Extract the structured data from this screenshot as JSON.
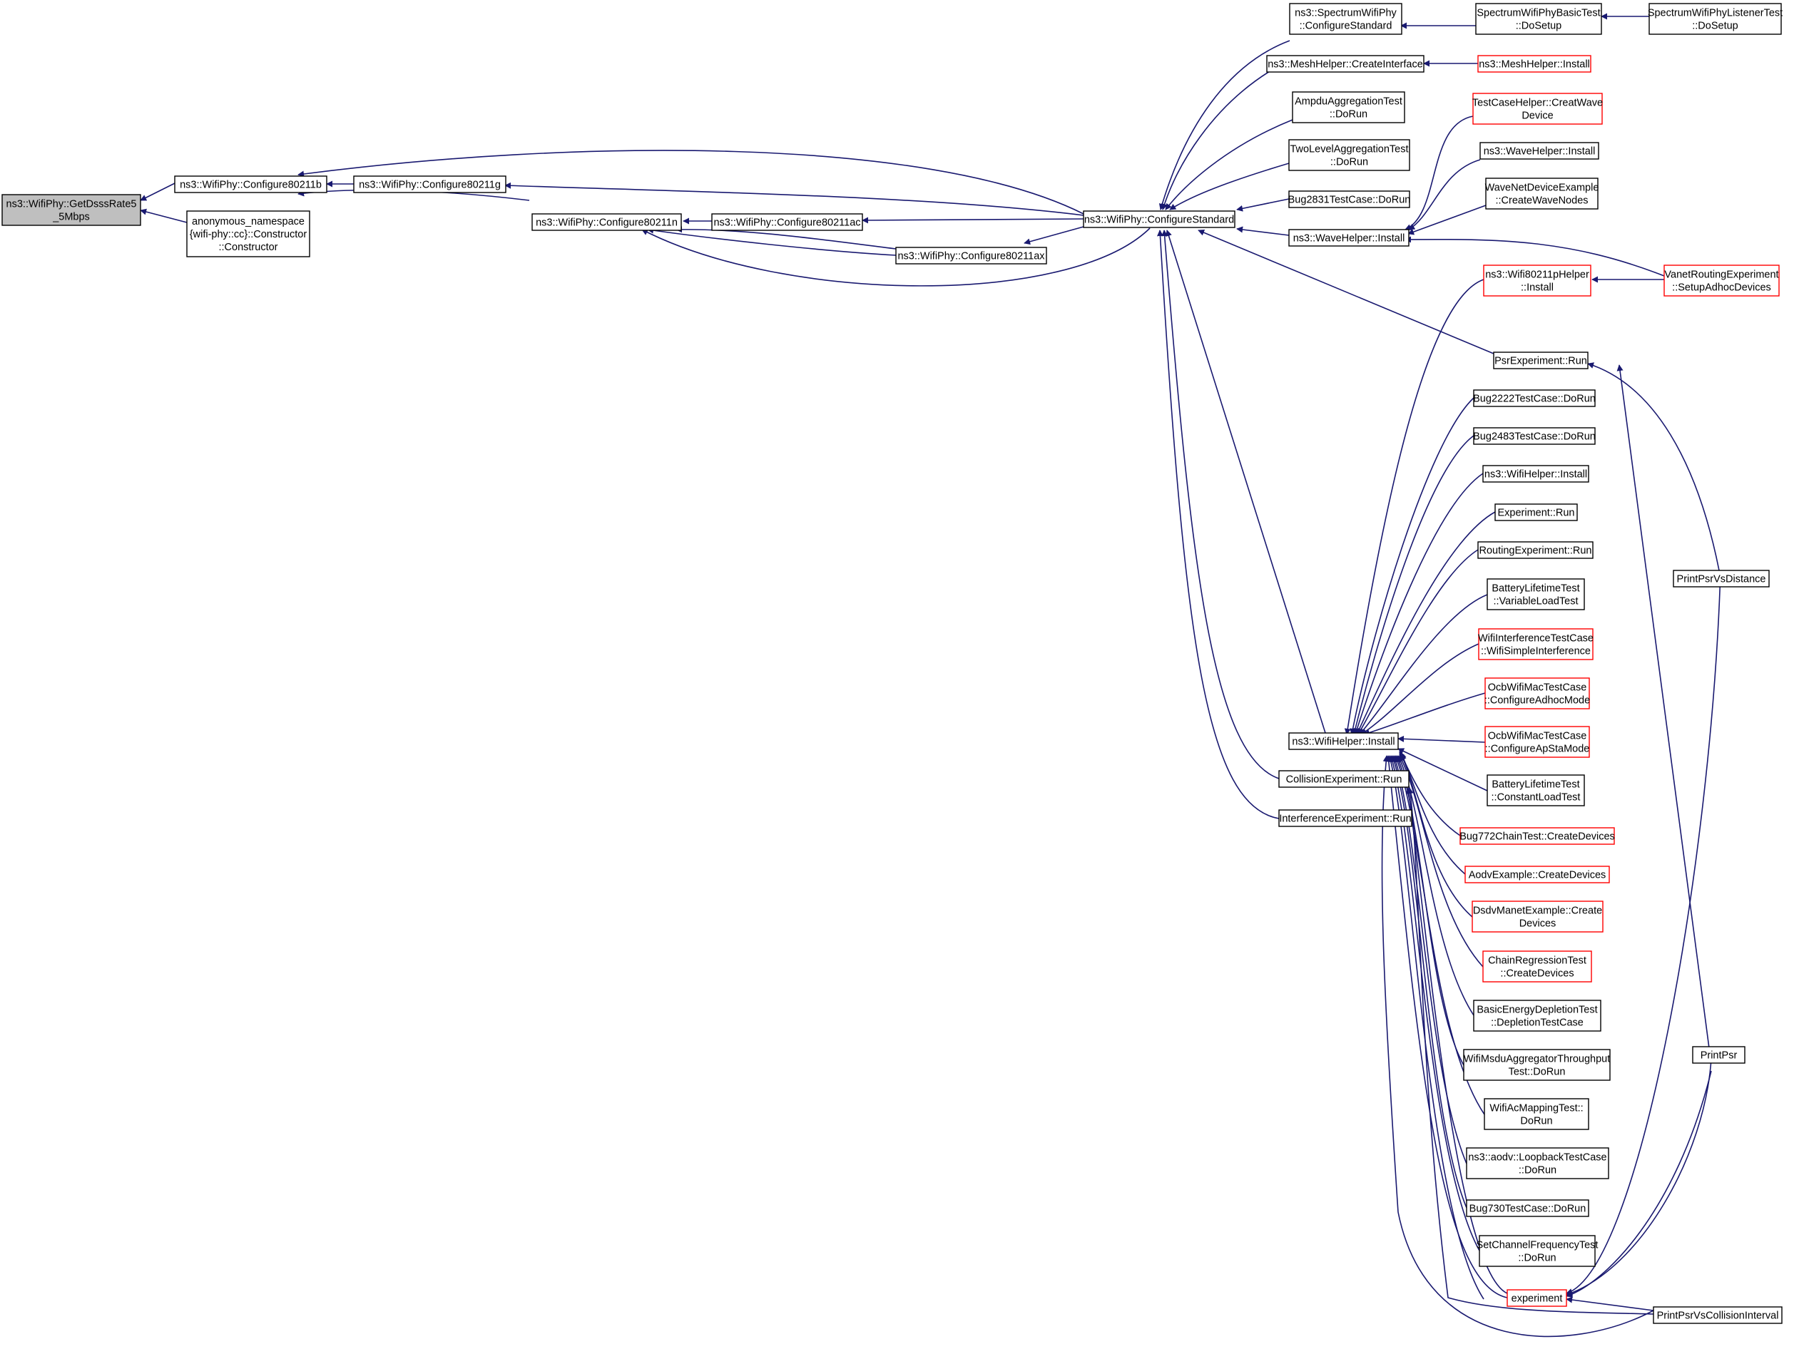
{
  "colors": {
    "edge": "#191970",
    "node_border_default": "#000000",
    "node_border_truncated": "#ff0000",
    "node_fill": "#ffffff",
    "node_fill_focus": "#bfbfbf"
  },
  "nodes": [
    {
      "id": "n0",
      "lines": [
        "ns3::WifiPhy::GetDsssRate5",
        "_5Mbps"
      ],
      "style": "focus"
    },
    {
      "id": "n1",
      "lines": [
        "ns3::WifiPhy::Configure80211b"
      ],
      "style": "normal"
    },
    {
      "id": "n2",
      "lines": [
        "anonymous_namespace",
        "{wifi-phy::cc}::Constructor",
        "::Constructor"
      ],
      "style": "normal"
    },
    {
      "id": "n3",
      "lines": [
        "ns3::WifiPhy::Configure80211g"
      ],
      "style": "normal"
    },
    {
      "id": "n4",
      "lines": [
        "ns3::WifiPhy::Configure80211n"
      ],
      "style": "normal"
    },
    {
      "id": "n5",
      "lines": [
        "ns3::WifiPhy::Configure80211ac"
      ],
      "style": "normal"
    },
    {
      "id": "n6",
      "lines": [
        "ns3::WifiPhy::Configure80211ax"
      ],
      "style": "normal"
    },
    {
      "id": "n7",
      "lines": [
        "ns3::WifiPhy::ConfigureStandard"
      ],
      "style": "normal"
    },
    {
      "id": "n8",
      "lines": [
        "ns3::SpectrumWifiPhy",
        "::ConfigureStandard"
      ],
      "style": "normal"
    },
    {
      "id": "n9",
      "lines": [
        "ns3::MeshHelper::CreateInterface"
      ],
      "style": "normal"
    },
    {
      "id": "n10",
      "lines": [
        "AmpduAggregationTest",
        "::DoRun"
      ],
      "style": "normal"
    },
    {
      "id": "n11",
      "lines": [
        "TwoLevelAggregationTest",
        "::DoRun"
      ],
      "style": "normal"
    },
    {
      "id": "n12",
      "lines": [
        "Bug2831TestCase::DoRun"
      ],
      "style": "normal"
    },
    {
      "id": "n13",
      "lines": [
        "ns3::WaveHelper::Install"
      ],
      "style": "normal"
    },
    {
      "id": "n14",
      "lines": [
        "PsrExperiment::Run"
      ],
      "style": "normal"
    },
    {
      "id": "n15",
      "lines": [
        "ns3::WifiHelper::Install"
      ],
      "style": "normal"
    },
    {
      "id": "n16",
      "lines": [
        "CollisionExperiment::Run"
      ],
      "style": "normal"
    },
    {
      "id": "n17",
      "lines": [
        "InterferenceExperiment::Run"
      ],
      "style": "normal"
    },
    {
      "id": "n18",
      "lines": [
        "SpectrumWifiPhyBasicTest",
        "::DoSetup"
      ],
      "style": "normal"
    },
    {
      "id": "n19",
      "lines": [
        "SpectrumWifiPhyListenerTest",
        "::DoSetup"
      ],
      "style": "normal"
    },
    {
      "id": "n20",
      "lines": [
        "ns3::MeshHelper::Install"
      ],
      "style": "truncated"
    },
    {
      "id": "n21",
      "lines": [
        "TestCaseHelper::CreatWave",
        "Device"
      ],
      "style": "truncated"
    },
    {
      "id": "n22",
      "lines": [
        "ns3::WaveHelper::Install"
      ],
      "style": "normal"
    },
    {
      "id": "n23",
      "lines": [
        "WaveNetDeviceExample",
        "::CreateWaveNodes"
      ],
      "style": "normal"
    },
    {
      "id": "n24",
      "lines": [
        "ns3::Wifi80211pHelper",
        "::Install"
      ],
      "style": "truncated"
    },
    {
      "id": "n25",
      "lines": [
        "VanetRoutingExperiment",
        "::SetupAdhocDevices"
      ],
      "style": "truncated"
    },
    {
      "id": "n26",
      "lines": [
        "Bug2222TestCase::DoRun"
      ],
      "style": "normal"
    },
    {
      "id": "n27",
      "lines": [
        "Bug2483TestCase::DoRun"
      ],
      "style": "normal"
    },
    {
      "id": "n28",
      "lines": [
        "ns3::WifiHelper::Install"
      ],
      "style": "normal"
    },
    {
      "id": "n29",
      "lines": [
        "Experiment::Run"
      ],
      "style": "normal"
    },
    {
      "id": "n30",
      "lines": [
        "RoutingExperiment::Run"
      ],
      "style": "normal"
    },
    {
      "id": "n31",
      "lines": [
        "BatteryLifetimeTest",
        "::VariableLoadTest"
      ],
      "style": "normal"
    },
    {
      "id": "n32",
      "lines": [
        "WifiInterferenceTestCase",
        "::WifiSimpleInterference"
      ],
      "style": "truncated"
    },
    {
      "id": "n33",
      "lines": [
        "OcbWifiMacTestCase",
        "::ConfigureAdhocMode"
      ],
      "style": "truncated"
    },
    {
      "id": "n34",
      "lines": [
        "OcbWifiMacTestCase",
        "::ConfigureApStaMode"
      ],
      "style": "truncated"
    },
    {
      "id": "n35",
      "lines": [
        "BatteryLifetimeTest",
        "::ConstantLoadTest"
      ],
      "style": "normal"
    },
    {
      "id": "n36",
      "lines": [
        "Bug772ChainTest::CreateDevices"
      ],
      "style": "truncated"
    },
    {
      "id": "n37",
      "lines": [
        "AodvExample::CreateDevices"
      ],
      "style": "truncated"
    },
    {
      "id": "n38",
      "lines": [
        "DsdvManetExample::Create",
        "Devices"
      ],
      "style": "truncated"
    },
    {
      "id": "n39",
      "lines": [
        "ChainRegressionTest",
        "::CreateDevices"
      ],
      "style": "truncated"
    },
    {
      "id": "n40",
      "lines": [
        "BasicEnergyDepletionTest",
        "::DepletionTestCase"
      ],
      "style": "normal"
    },
    {
      "id": "n41",
      "lines": [
        "WifiMsduAggregatorThroughput",
        "Test::DoRun"
      ],
      "style": "normal"
    },
    {
      "id": "n42",
      "lines": [
        "WifiAcMappingTest::",
        "DoRun"
      ],
      "style": "normal"
    },
    {
      "id": "n43",
      "lines": [
        "ns3::aodv::LoopbackTestCase",
        "::DoRun"
      ],
      "style": "normal"
    },
    {
      "id": "n44",
      "lines": [
        "Bug730TestCase::DoRun"
      ],
      "style": "normal"
    },
    {
      "id": "n45",
      "lines": [
        "SetChannelFrequencyTest",
        "::DoRun"
      ],
      "style": "normal"
    },
    {
      "id": "n46",
      "lines": [
        "experiment"
      ],
      "style": "truncated"
    },
    {
      "id": "n47",
      "lines": [
        "PrintPsrVsDistance"
      ],
      "style": "normal"
    },
    {
      "id": "n48",
      "lines": [
        "PrintPsr"
      ],
      "style": "normal"
    },
    {
      "id": "n49",
      "lines": [
        "PrintPsrVsCollisionInterval"
      ],
      "style": "normal"
    }
  ]
}
